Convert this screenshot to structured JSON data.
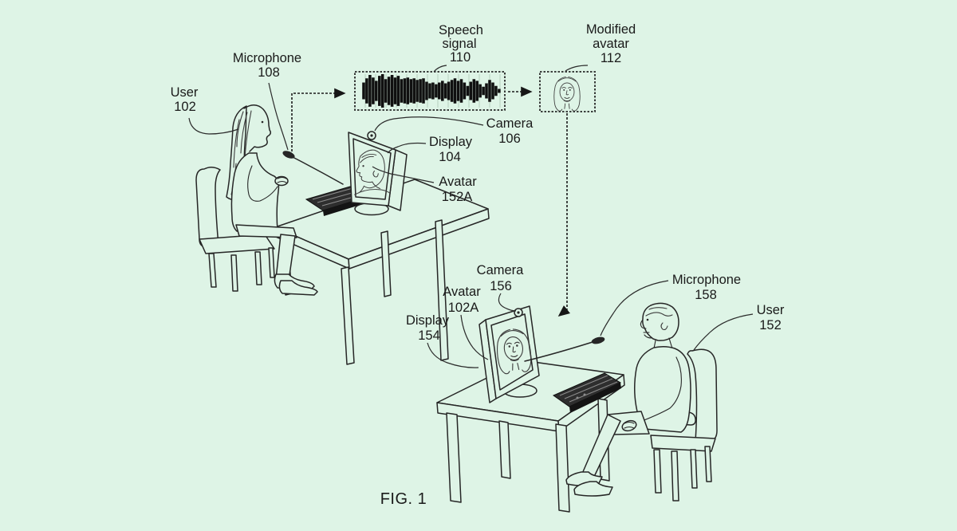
{
  "figure": {
    "caption": "FIG. 1",
    "background_color": "#def4e6",
    "ink_color": "#262626"
  },
  "labels": {
    "user_102": [
      "User",
      "102"
    ],
    "microphone_108": [
      "Microphone",
      "108"
    ],
    "speech_signal_110": [
      "Speech",
      "signal",
      "110"
    ],
    "modified_avatar_112": [
      "Modified",
      "avatar",
      "112"
    ],
    "camera_106": [
      "Camera",
      "106"
    ],
    "display_104": [
      "Display",
      "104"
    ],
    "avatar_152a": [
      "Avatar",
      "152A"
    ],
    "camera_156": [
      "Camera",
      "156"
    ],
    "avatar_102a": [
      "Avatar",
      "102A"
    ],
    "display_154": [
      "Display",
      "154"
    ],
    "microphone_158": [
      "Microphone",
      "158"
    ],
    "user_152": [
      "User",
      "152"
    ]
  },
  "waveform": {
    "amplitudes": [
      0.5,
      0.75,
      0.95,
      0.8,
      0.6,
      0.9,
      1.0,
      0.7,
      0.85,
      0.95,
      0.8,
      0.9,
      0.7,
      0.75,
      0.8,
      0.7,
      0.75,
      0.65,
      0.7,
      0.75,
      0.55,
      0.45,
      0.5,
      0.4,
      0.5,
      0.6,
      0.45,
      0.55,
      0.65,
      0.75,
      0.6,
      0.7,
      0.5,
      0.3,
      0.55,
      0.7,
      0.6,
      0.4,
      0.25,
      0.45,
      0.65,
      0.5,
      0.3,
      0.12
    ]
  }
}
